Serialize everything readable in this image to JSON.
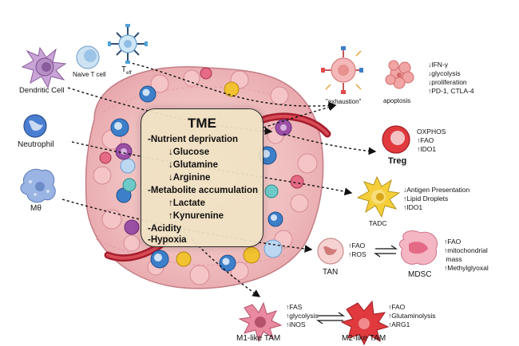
{
  "tme": {
    "title": "TME",
    "lines": [
      "-Nutrient deprivation",
      "↓Glucose",
      "↓Glutamine",
      "↓Arginine",
      "-Metabolite accumulation",
      "↑Lactate",
      "↑Kynurenine",
      "-Acidity",
      "-Hypoxia"
    ]
  },
  "cells": {
    "dendritic": "Dendritic Cell",
    "naive_t": "Naive T cell",
    "teff": "T",
    "teff_sub": "eff",
    "neutrophil": "Neutrophil",
    "macrophage": "Mθ",
    "exhaustion": "\"exhaustion\"",
    "apoptosis": "apoptosis",
    "treg": "Treg",
    "tadc": "TADC",
    "tan": "TAN",
    "mdsc": "MDSC",
    "m1": "M1-like TAM",
    "m2": "M2-like TAM"
  },
  "effects": {
    "teff": [
      "↓IFN-γ",
      "↓glycolysis",
      "↓proliferation",
      "↑PD-1, CTLA-4"
    ],
    "treg": [
      "OXPHOS",
      "↑FAO",
      "↑IDO1"
    ],
    "tadc": [
      "↓Antigen Presentation",
      "↑Lipid Droplets",
      "↑IDO1"
    ],
    "tan": [
      "↑FAO",
      "↑ROS"
    ],
    "mdsc": [
      "↑FAO",
      "↑mitochondrial",
      " mass",
      "↑Methylglyoxal"
    ],
    "m1": [
      "↑FAS",
      "↑glycolysis",
      "↑iNOS"
    ],
    "m2": [
      "↑FAO",
      "↑Glutaminolysis",
      "↑ARG1"
    ]
  },
  "colors": {
    "tissue": "#f0c7c6",
    "blue_cell": "#3d7fc9",
    "purple_cell": "#9b4fa5",
    "red_cell": "#d8333f",
    "yellow_cell": "#f2c230",
    "pink_cell": "#e46a86"
  }
}
